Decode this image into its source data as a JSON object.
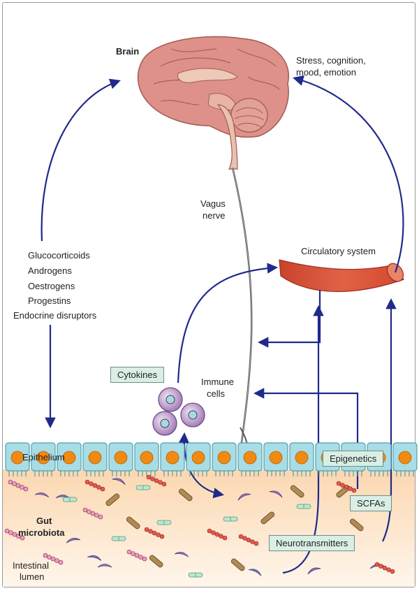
{
  "labels": {
    "brain": "Brain",
    "stress": [
      "Stress, cognition,",
      "mood, emotion"
    ],
    "vagus": [
      "Vagus",
      "nerve"
    ],
    "circulatory": "Circulatory system",
    "hormones": [
      "Glucocorticoids",
      "Androgens",
      "Oestrogens",
      "Progestins",
      "Endocrine disruptors"
    ],
    "cytokines": "Cytokines",
    "immune": [
      "Immune",
      "cells"
    ],
    "epithelium": "Epithelium",
    "epigenetics": "Epigenetics",
    "scfas": "SCFAs",
    "neurotransmitters": "Neurotransmitters",
    "gut_microbiota": [
      "Gut",
      "microbiota"
    ],
    "intestinal_lumen": [
      "Intestinal",
      "lumen"
    ]
  },
  "colors": {
    "arrow": "#1f2a8a",
    "brain": "#d98880",
    "vessel": "#d9523a",
    "epithelium": "#a9dde6",
    "nucleus": "#f08a12",
    "label_box": "#d9efe6",
    "lumen": "#fde5cc"
  }
}
